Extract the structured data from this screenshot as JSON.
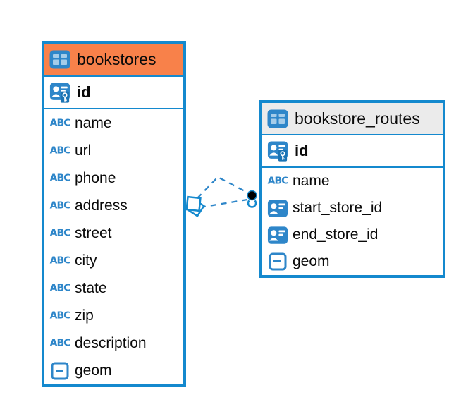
{
  "diagram": {
    "background_color": "#ffffff",
    "accent_blue": "#1489CE",
    "icon_blue": "#2E86C9",
    "text_type_icon_label": "ABC",
    "tables": [
      {
        "name": "bookstores",
        "header_bg": "#F8814A",
        "primary_key": "id",
        "columns": [
          {
            "name": "name",
            "type": "text"
          },
          {
            "name": "url",
            "type": "text"
          },
          {
            "name": "phone",
            "type": "text"
          },
          {
            "name": "address",
            "type": "text"
          },
          {
            "name": "street",
            "type": "text"
          },
          {
            "name": "city",
            "type": "text"
          },
          {
            "name": "state",
            "type": "text"
          },
          {
            "name": "zip",
            "type": "text"
          },
          {
            "name": "description",
            "type": "text"
          },
          {
            "name": "geom",
            "type": "geometry"
          }
        ]
      },
      {
        "name": "bookstore_routes",
        "header_bg": "#EBEBEB",
        "primary_key": "id",
        "columns": [
          {
            "name": "name",
            "type": "text"
          },
          {
            "name": "start_store_id",
            "type": "foreign-key"
          },
          {
            "name": "end_store_id",
            "type": "foreign-key"
          },
          {
            "name": "geom",
            "type": "geometry"
          }
        ]
      }
    ],
    "relationships": [
      {
        "from": "bookstores",
        "to": "bookstore_routes",
        "style": "dashed"
      },
      {
        "from": "bookstores",
        "to": "bookstore_routes",
        "style": "dashed"
      }
    ]
  }
}
